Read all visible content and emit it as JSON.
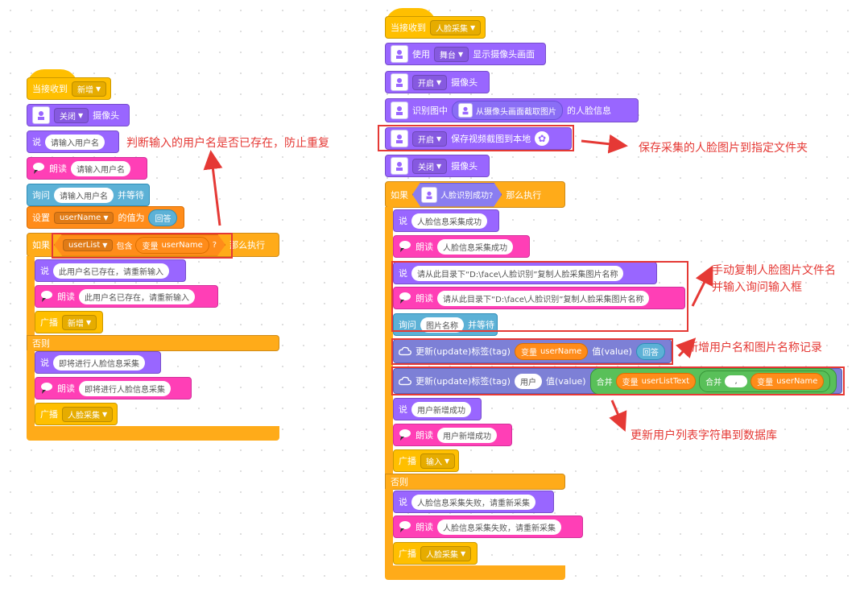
{
  "left": {
    "hat": {
      "label": "当接收到",
      "message": "新增"
    },
    "camera_off": {
      "mode": "关闭",
      "label": "摄像头"
    },
    "say1": {
      "label": "说",
      "text": "请输入用户名"
    },
    "speak1": {
      "label": "朗读",
      "text": "请输入用户名"
    },
    "ask": {
      "label": "询问",
      "text": "请输入用户名",
      "suffix": "并等待"
    },
    "set": {
      "label": "设置",
      "var": "userName",
      "mid": "的值为",
      "value": "回答"
    },
    "if": {
      "label": "如果",
      "list": "userList",
      "contains": "包含",
      "var_label": "变量",
      "var": "userName",
      "q": "?",
      "then": "那么执行"
    },
    "say2": {
      "label": "说",
      "text": "此用户名已存在，请重新输入"
    },
    "speak2": {
      "label": "朗读",
      "text": "此用户名已存在，请重新输入"
    },
    "bc1": {
      "label": "广播",
      "message": "新增"
    },
    "else": "否则",
    "say3": {
      "label": "说",
      "text": "即将进行人脸信息采集"
    },
    "speak3": {
      "label": "朗读",
      "text": "即将进行人脸信息采集"
    },
    "bc2": {
      "label": "广播",
      "message": "人脸采集"
    }
  },
  "right": {
    "hat": {
      "label": "当接收到",
      "message": "人脸采集"
    },
    "use": {
      "label": "使用",
      "option": "舞台",
      "suffix": "显示摄像头画面"
    },
    "cam_on": {
      "mode": "开启",
      "label": "摄像头"
    },
    "recog": {
      "prefix": "识别图中",
      "inner": "从摄像头画面截取图片",
      "suffix": "的人脸信息"
    },
    "save": {
      "mode": "开启",
      "label": "保存视频截图到本地"
    },
    "cam_off": {
      "mode": "关闭",
      "label": "摄像头"
    },
    "if": {
      "label": "如果",
      "cond": "人脸识别成功?",
      "then": "那么执行"
    },
    "say1": {
      "label": "说",
      "text": "人脸信息采集成功"
    },
    "speak1": {
      "label": "朗读",
      "text": "人脸信息采集成功"
    },
    "say2": {
      "label": "说",
      "text": "请从此目录下“D:\\face\\人脸识别”复制人脸采集图片名称"
    },
    "speak2": {
      "label": "朗读",
      "text": "请从此目录下“D:\\face\\人脸识别”复制人脸采集图片名称"
    },
    "ask": {
      "label": "询问",
      "text": "图片名称",
      "suffix": "并等待"
    },
    "upd1": {
      "label": "更新(update)标签(tag)",
      "var_label": "变量",
      "var": "userName",
      "val_label": "值(value)",
      "value": "回答"
    },
    "upd2": {
      "label": "更新(update)标签(tag)",
      "tag": "用户",
      "val_label": "值(value)",
      "join": "合并",
      "var_label": "变量",
      "var1": "userListText",
      "join2": "合并",
      "sep": ",",
      "var_label2": "变量",
      "var2": "userName"
    },
    "say3": {
      "label": "说",
      "text": "用户新增成功"
    },
    "speak3": {
      "label": "朗读",
      "text": "用户新增成功"
    },
    "bc1": {
      "label": "广播",
      "message": "输入"
    },
    "else": "否则",
    "say4": {
      "label": "说",
      "text": "人脸信息采集失败，请重新采集"
    },
    "speak4": {
      "label": "朗读",
      "text": "人脸信息采集失败，请重新采集"
    },
    "bc2": {
      "label": "广播",
      "message": "人脸采集"
    }
  },
  "notes": {
    "n1": "判断输入的用户名是否已存在，防止重复",
    "n2": "保存采集的人脸图片到指定文件夹",
    "n3a": "手动复制人脸图片文件名",
    "n3b": "并输入询问输入框",
    "n4": "新增用户名和图片名称记录",
    "n5": "更新用户列表字符串到数据库"
  },
  "colors": {
    "event": "#ffbf00",
    "looks": "#9966ff",
    "speech": "#ff3fb6",
    "sensing": "#5cb1d6",
    "variable": "#ff8c1a",
    "control": "#ffab19",
    "operator": "#59c059",
    "annotation": "#e53935"
  }
}
